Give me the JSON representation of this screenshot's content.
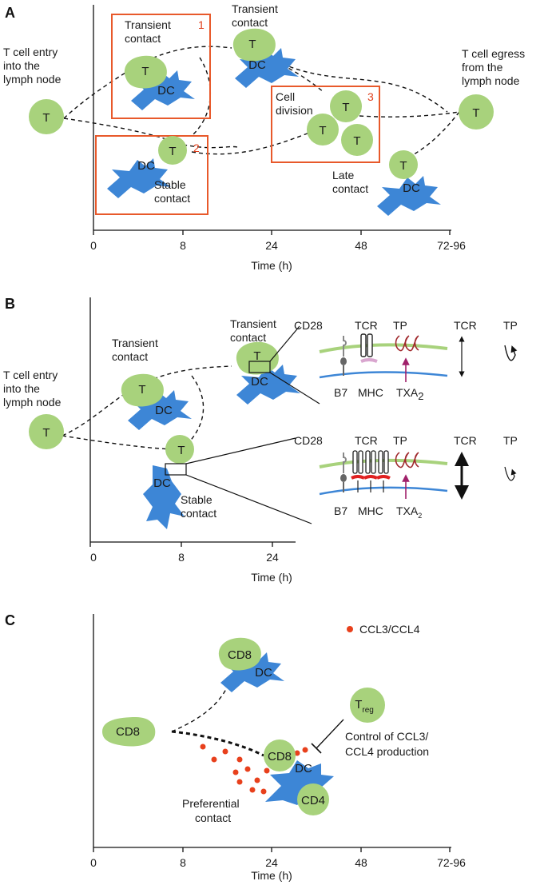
{
  "panels": [
    {
      "letter": "A",
      "entry": [
        "T cell entry",
        "into the",
        "lymph node"
      ],
      "egress": [
        "T cell egress",
        "from the",
        "lymph node"
      ],
      "transient_box": [
        "Transient",
        "contact"
      ],
      "transient_top": [
        "Transient",
        "contact"
      ],
      "stable": [
        "Stable",
        "contact"
      ],
      "division": [
        "Cell",
        "division"
      ],
      "late": [
        "Late",
        "contact"
      ],
      "box_numbers": [
        "1",
        "2",
        "3"
      ],
      "ticks": [
        "0",
        "8",
        "24",
        "48",
        "72-96"
      ],
      "axis_label": "Time (h)"
    },
    {
      "letter": "B",
      "entry": [
        "T cell entry",
        "into the",
        "lymph node"
      ],
      "transient_left": [
        "Transient",
        "contact"
      ],
      "transient_top": [
        "Transient",
        "contact"
      ],
      "stable": [
        "Stable",
        "contact"
      ],
      "ticks": [
        "0",
        "8",
        "24"
      ],
      "axis_label": "Time (h)",
      "synapse_top": {
        "cd28": "CD28",
        "tcr": "TCR",
        "tp": "TP",
        "b7": "B7",
        "mhc": "MHC",
        "txa": "TXA",
        "sub": "2"
      },
      "synapse_bottom": {
        "cd28": "CD28",
        "tcr": "TCR",
        "tp": "TP",
        "b7": "B7",
        "mhc": "MHC",
        "txa": "TXA",
        "sub": "2"
      },
      "legend_top": {
        "tcr": "TCR",
        "tp": "TP"
      },
      "legend_bottom": {
        "tcr": "TCR",
        "tp": "TP"
      }
    },
    {
      "letter": "C",
      "legend": "CCL3/CCL4",
      "treg": "T",
      "treg_sub": "reg",
      "control": [
        "Control of CCL3/",
        "CCL4 production"
      ],
      "preferential": [
        "Preferential",
        "contact"
      ],
      "ticks": [
        "0",
        "8",
        "24",
        "48",
        "72-96"
      ],
      "axis_label": "Time (h)"
    }
  ],
  "cells": {
    "T": "T",
    "DC": "DC",
    "CD8": "CD8",
    "CD4": "CD4"
  },
  "colors": {
    "t_cell": "#a8d27c",
    "dc": "#3d86d6",
    "box": "#e8592b",
    "chemokine": "#e8401c",
    "txa_arrow": "#a0206a",
    "tp_receptor": "#a0282c",
    "mhc_low": "#d9a6cf",
    "mhc_high": "#e02020"
  }
}
